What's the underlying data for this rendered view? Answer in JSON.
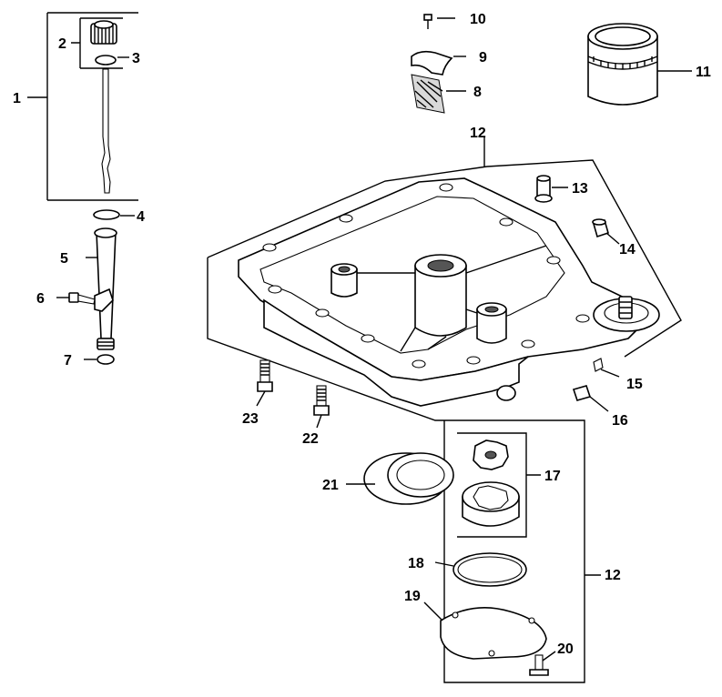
{
  "diagram": {
    "callouts": [
      "1",
      "2",
      "3",
      "4",
      "5",
      "6",
      "7",
      "8",
      "9",
      "10",
      "11",
      "12",
      "13",
      "14",
      "15",
      "16",
      "17",
      "18",
      "19",
      "20",
      "21",
      "22",
      "23",
      "12"
    ]
  }
}
